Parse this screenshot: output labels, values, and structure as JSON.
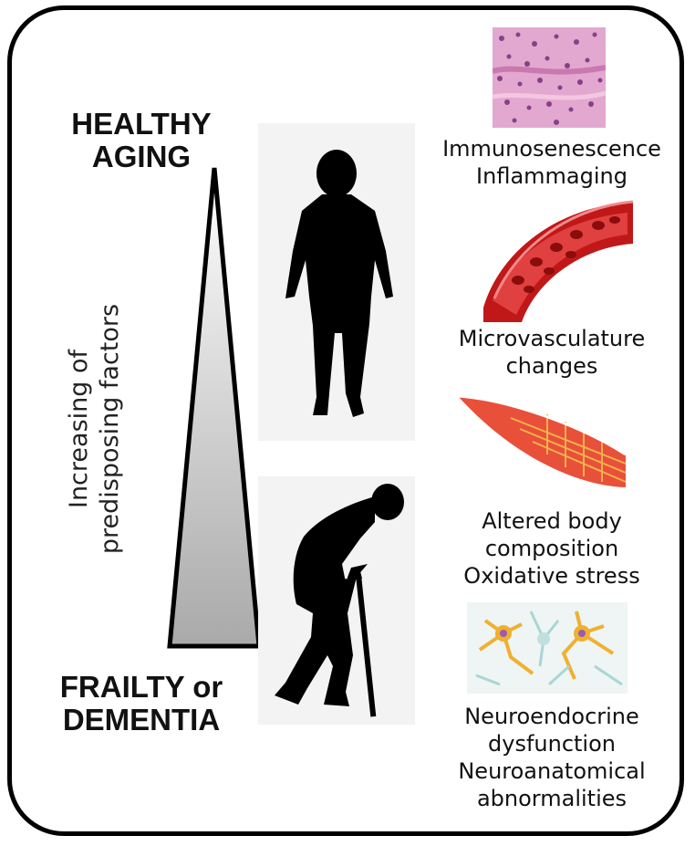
{
  "top_label_lines": [
    "HEALTHY",
    "AGING"
  ],
  "bottom_label_lines": [
    "FRAILTY or",
    "DEMENTIA"
  ],
  "axis_label_lines": [
    "Increasing of",
    "predisposing factors"
  ],
  "factors": [
    {
      "icon": "histology-tissue-image",
      "lines": [
        "Immunosenescence",
        "Inflammaging"
      ]
    },
    {
      "icon": "blood-vessel-image",
      "lines": [
        "Microvasculature",
        "changes"
      ]
    },
    {
      "icon": "muscle-fiber-image",
      "lines": [
        "Altered body",
        "composition",
        "Oxidative stress"
      ]
    },
    {
      "icon": "neuron-network-image",
      "lines": [
        "Neuroendocrine",
        "dysfunction",
        "Neuroanatomical",
        "abnormalities"
      ]
    }
  ],
  "figures": [
    "healthy-walking-person-silhouette",
    "frail-person-with-cane-silhouette"
  ],
  "colors": {
    "frame": "#000000",
    "triangle_top": "#ffffff",
    "triangle_bottom": "#a9a9a9",
    "tissue": "#c978b0",
    "vessel": "#c01818",
    "muscle": "#e8503a",
    "neuron": "#f0b030"
  }
}
